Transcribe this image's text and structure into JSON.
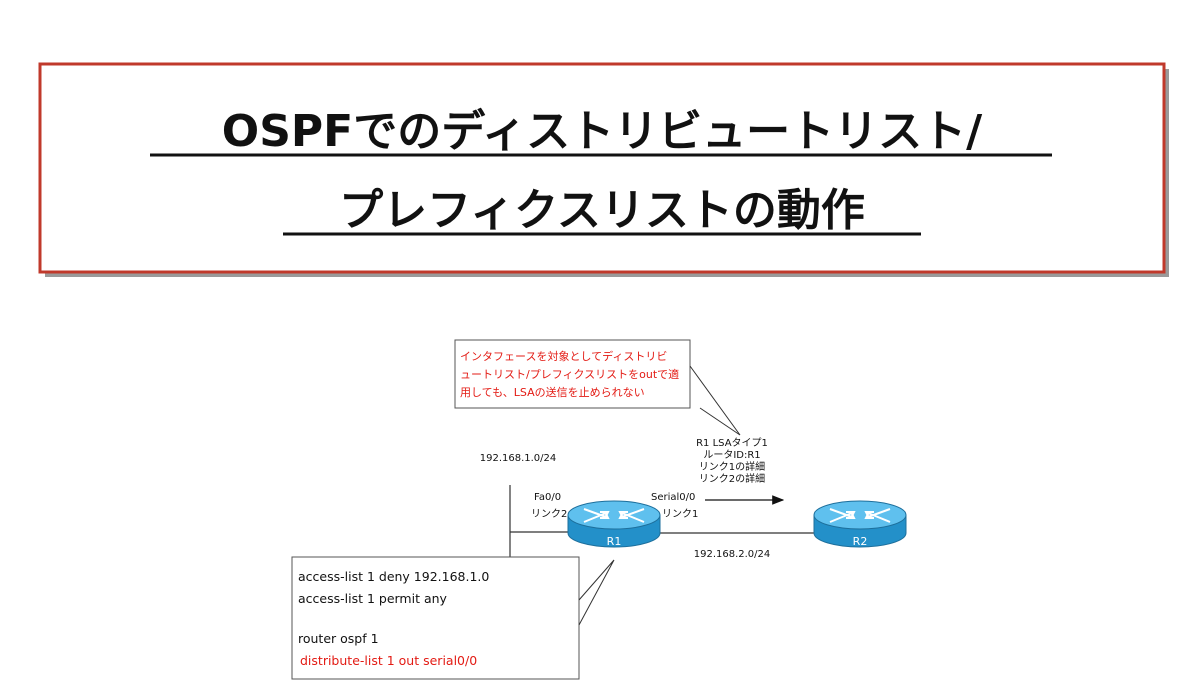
{
  "title": {
    "line1": "OSPFでのディストリビュートリスト/",
    "line2": "プレフィクスリストの動作"
  },
  "colors": {
    "title_border": "#c0392b",
    "title_shadow": "#9a9a9a",
    "accent_red": "#e31b14",
    "router_body": "#2390c9",
    "router_top": "#5fc0ee"
  },
  "note": {
    "lines": [
      "インタフェースを対象としてディストリビ",
      "ュートリスト/プレフィクスリストをoutで適",
      "用しても、LSAの送信を止められない"
    ]
  },
  "lsa": {
    "lines": [
      "R1 LSAタイプ1",
      "ルータID:R1",
      "リンク1の詳細",
      "リンク2の詳細"
    ]
  },
  "network_left": "192.168.1.0/24",
  "network_right": "192.168.2.0/24",
  "r1": {
    "label": "R1",
    "fa_interface": "Fa0/0",
    "fa_link": "リンク2",
    "serial_interface": "Serial0/0",
    "serial_link": "リンク1"
  },
  "r2": {
    "label": "R2"
  },
  "config": {
    "lines": [
      "access-list 1 deny 192.168.1.0",
      "access-list 1 permit any",
      "router ospf 1",
      "distribute-list 1 out serial0/0"
    ]
  },
  "icons": [
    "router-icon"
  ]
}
